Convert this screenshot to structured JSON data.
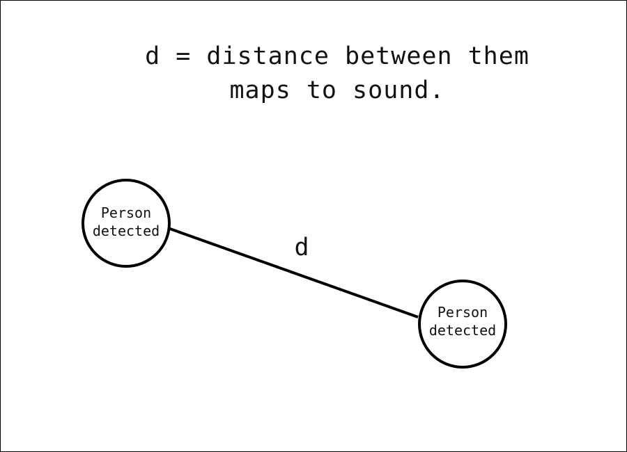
{
  "caption": {
    "line1": "d = distance between them",
    "line2": "maps to sound."
  },
  "nodes": [
    {
      "line1": "Person",
      "line2": "detected"
    },
    {
      "line1": "Person",
      "line2": "detected"
    }
  ],
  "edge": {
    "label": "d"
  }
}
